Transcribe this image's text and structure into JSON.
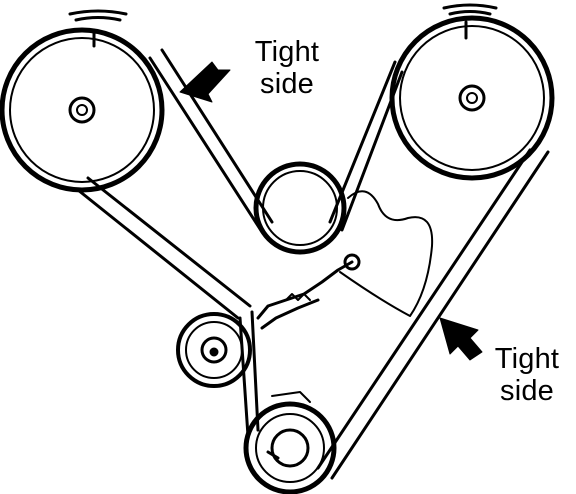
{
  "labels": {
    "tight_side_top": {
      "line1": "Tight",
      "line2": "side"
    },
    "tight_side_bottom": {
      "line1": "Tight",
      "line2": "side"
    }
  },
  "colors": {
    "ink": "#000000",
    "paper": "#ffffff"
  },
  "icons": [
    "arrow-icon",
    "timing-mark-icon",
    "pulley-bolt-icon"
  ]
}
